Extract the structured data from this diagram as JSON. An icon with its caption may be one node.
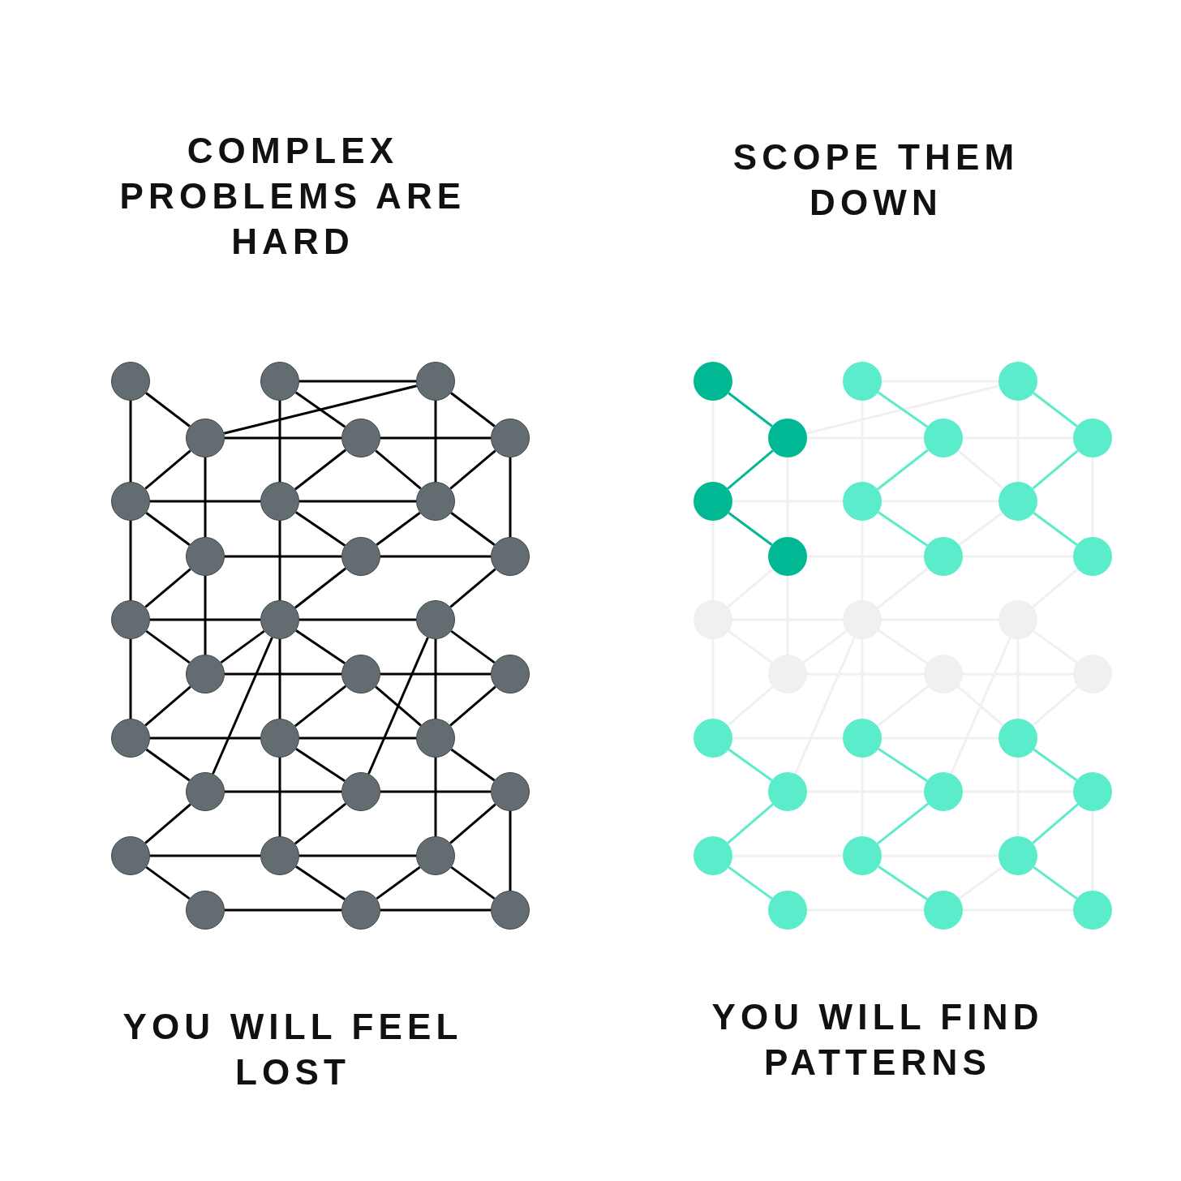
{
  "diagram": {
    "nodes": [
      {
        "text": [],
        "shape": "circle"
      },
      {
        "text": [],
        "shape": "circle"
      },
      {
        "text": [],
        "shape": "circle"
      },
      {
        "text": [],
        "shape": "circle"
      },
      {
        "text": [],
        "shape": "circle"
      },
      {
        "text": [],
        "shape": "circle"
      },
      {
        "text": [],
        "shape": "circle"
      },
      {
        "text": [],
        "shape": "circle"
      },
      {
        "text": [],
        "shape": "circle"
      },
      {
        "text": [],
        "shape": "circle"
      },
      {
        "text": [],
        "shape": "circle"
      },
      {
        "text": [],
        "shape": "circle"
      },
      {
        "text": [],
        "shape": "circle"
      },
      {
        "text": [],
        "shape": "circle"
      },
      {
        "text": [],
        "shape": "circle"
      },
      {
        "text": [],
        "shape": "circle"
      },
      {
        "text": [],
        "shape": "circle"
      },
      {
        "text": [],
        "shape": "circle"
      },
      {
        "text": [],
        "shape": "circle"
      },
      {
        "text": [],
        "shape": "circle"
      },
      {
        "text": [],
        "shape": "circle"
      },
      {
        "text": [],
        "shape": "circle"
      },
      {
        "text": [],
        "shape": "circle"
      },
      {
        "text": [],
        "shape": "circle"
      },
      {
        "text": [],
        "shape": "circle"
      },
      {
        "text": [],
        "shape": "circle"
      },
      {
        "text": [],
        "shape": "circle"
      },
      {
        "text": [],
        "shape": "circle"
      },
      {
        "text": [],
        "shape": "circle"
      },
      {
        "text": [],
        "shape": "circle"
      },
      {
        "text": [],
        "shape": "circle"
      },
      {
        "text": [],
        "shape": "circle"
      },
      {
        "text": [],
        "shape": "circle"
      },
      {
        "text": [],
        "shape": "circle"
      },
      {
        "text": [],
        "shape": "circle"
      },
      {
        "text": [],
        "shape": "circle"
      },
      {
        "text": [],
        "shape": "circle"
      },
      {
        "text": [],
        "shape": "circle"
      },
      {
        "text": [],
        "shape": "circle"
      },
      {
        "text": [],
        "shape": "circle"
      },
      {
        "text": [],
        "shape": "circle"
      },
      {
        "text": [],
        "shape": "circle"
      },
      {
        "text": [],
        "shape": "circle"
      },
      {
        "text": [],
        "shape": "circle"
      },
      {
        "text": [],
        "shape": "circle"
      },
      {
        "text": [],
        "shape": "circle"
      },
      {
        "text": [],
        "shape": "circle"
      },
      {
        "text": [],
        "shape": "circle"
      },
      {
        "text": [],
        "shape": "circle"
      },
      {
        "text": [],
        "shape": "circle"
      },
      {
        "text": [],
        "shape": "circle"
      },
      {
        "text": [],
        "shape": "circle"
      },
      {
        "text": [],
        "shape": "circle"
      },
      {
        "text": [],
        "shape": "circle"
      },
      {
        "text": [],
        "shape": "circle"
      },
      {
        "text": [],
        "shape": "circle"
      },
      {
        "text": [],
        "shape": "circle"
      },
      {
        "text": [],
        "shape": "circle"
      },
      {
        "text": [],
        "shape": "circle"
      },
      {
        "text": [],
        "shape": "circle"
      }
    ],
    "edges": [
      {
        "from": 0,
        "to": 3,
        "arrow": "none"
      },
      {
        "from": 0,
        "to": 6,
        "arrow": "none"
      },
      {
        "from": 6,
        "to": 12,
        "arrow": "none"
      },
      {
        "from": 12,
        "to": 18,
        "arrow": "none"
      },
      {
        "from": 1,
        "to": 2,
        "arrow": "none"
      },
      {
        "from": 3,
        "to": 2,
        "arrow": "none"
      },
      {
        "from": 1,
        "to": 4,
        "arrow": "none"
      },
      {
        "from": 1,
        "to": 7,
        "arrow": "none"
      },
      {
        "from": 7,
        "to": 13,
        "arrow": "none"
      },
      {
        "from": 13,
        "to": 19,
        "arrow": "none"
      },
      {
        "from": 19,
        "to": 25,
        "arrow": "none"
      },
      {
        "from": 2,
        "to": 5,
        "arrow": "none"
      },
      {
        "from": 2,
        "to": 8,
        "arrow": "none"
      },
      {
        "from": 14,
        "to": 20,
        "arrow": "none"
      },
      {
        "from": 20,
        "to": 26,
        "arrow": "none"
      },
      {
        "from": 3,
        "to": 4,
        "arrow": "none"
      },
      {
        "from": 4,
        "to": 5,
        "arrow": "none"
      },
      {
        "from": 3,
        "to": 6,
        "arrow": "none"
      },
      {
        "from": 3,
        "to": 9,
        "arrow": "none"
      },
      {
        "from": 9,
        "to": 15,
        "arrow": "none"
      },
      {
        "from": 4,
        "to": 7,
        "arrow": "none"
      },
      {
        "from": 4,
        "to": 8,
        "arrow": "none"
      },
      {
        "from": 5,
        "to": 8,
        "arrow": "none"
      },
      {
        "from": 5,
        "to": 11,
        "arrow": "none"
      },
      {
        "from": 6,
        "to": 7,
        "arrow": "none"
      },
      {
        "from": 7,
        "to": 8,
        "arrow": "none"
      },
      {
        "from": 6,
        "to": 9,
        "arrow": "none"
      },
      {
        "from": 7,
        "to": 10,
        "arrow": "none"
      },
      {
        "from": 8,
        "to": 10,
        "arrow": "none"
      },
      {
        "from": 8,
        "to": 11,
        "arrow": "none"
      },
      {
        "from": 9,
        "to": 10,
        "arrow": "none"
      },
      {
        "from": 10,
        "to": 11,
        "arrow": "none"
      },
      {
        "from": 9,
        "to": 12,
        "arrow": "none"
      },
      {
        "from": 10,
        "to": 13,
        "arrow": "none"
      },
      {
        "from": 11,
        "to": 14,
        "arrow": "none"
      },
      {
        "from": 12,
        "to": 13,
        "arrow": "none"
      },
      {
        "from": 13,
        "to": 14,
        "arrow": "none"
      },
      {
        "from": 12,
        "to": 15,
        "arrow": "none"
      },
      {
        "from": 13,
        "to": 15,
        "arrow": "none"
      },
      {
        "from": 13,
        "to": 16,
        "arrow": "none"
      },
      {
        "from": 14,
        "to": 17,
        "arrow": "none"
      },
      {
        "from": 13,
        "to": 21,
        "arrow": "none"
      },
      {
        "from": 14,
        "to": 22,
        "arrow": "none"
      },
      {
        "from": 15,
        "to": 16,
        "arrow": "none"
      },
      {
        "from": 16,
        "to": 17,
        "arrow": "none"
      },
      {
        "from": 15,
        "to": 18,
        "arrow": "none"
      },
      {
        "from": 16,
        "to": 19,
        "arrow": "none"
      },
      {
        "from": 16,
        "to": 20,
        "arrow": "none"
      },
      {
        "from": 17,
        "to": 20,
        "arrow": "none"
      },
      {
        "from": 18,
        "to": 19,
        "arrow": "none"
      },
      {
        "from": 19,
        "to": 20,
        "arrow": "none"
      },
      {
        "from": 18,
        "to": 21,
        "arrow": "none"
      },
      {
        "from": 19,
        "to": 22,
        "arrow": "none"
      },
      {
        "from": 20,
        "to": 23,
        "arrow": "none"
      },
      {
        "from": 21,
        "to": 22,
        "arrow": "none"
      },
      {
        "from": 22,
        "to": 23,
        "arrow": "none"
      },
      {
        "from": 21,
        "to": 24,
        "arrow": "none"
      },
      {
        "from": 22,
        "to": 25,
        "arrow": "none"
      },
      {
        "from": 23,
        "to": 26,
        "arrow": "none"
      },
      {
        "from": 23,
        "to": 29,
        "arrow": "none"
      },
      {
        "from": 24,
        "to": 25,
        "arrow": "none"
      },
      {
        "from": 25,
        "to": 26,
        "arrow": "none"
      },
      {
        "from": 24,
        "to": 27,
        "arrow": "none"
      },
      {
        "from": 25,
        "to": 28,
        "arrow": "none"
      },
      {
        "from": 26,
        "to": 28,
        "arrow": "none"
      },
      {
        "from": 26,
        "to": 29,
        "arrow": "none"
      },
      {
        "from": 27,
        "to": 28,
        "arrow": "none"
      },
      {
        "from": 28,
        "to": 29,
        "arrow": "none"
      },
      {
        "from": 30,
        "to": 36,
        "arrow": "none",
        "color": "#eef0f1"
      },
      {
        "from": 36,
        "to": 42,
        "arrow": "none",
        "color": "#eef0f1"
      },
      {
        "from": 42,
        "to": 48,
        "arrow": "none",
        "color": "#eef0f1"
      },
      {
        "from": 31,
        "to": 32,
        "arrow": "none",
        "color": "#eef0f1"
      },
      {
        "from": 33,
        "to": 32,
        "arrow": "none",
        "color": "#eef0f1"
      },
      {
        "from": 31,
        "to": 37,
        "arrow": "none",
        "color": "#eef0f1"
      },
      {
        "from": 37,
        "to": 43,
        "arrow": "none",
        "color": "#eef0f1"
      },
      {
        "from": 43,
        "to": 49,
        "arrow": "none",
        "color": "#eef0f1"
      },
      {
        "from": 49,
        "to": 55,
        "arrow": "none",
        "color": "#eef0f1"
      },
      {
        "from": 32,
        "to": 38,
        "arrow": "none",
        "color": "#eef0f1"
      },
      {
        "from": 44,
        "to": 50,
        "arrow": "none",
        "color": "#eef0f1"
      },
      {
        "from": 50,
        "to": 56,
        "arrow": "none",
        "color": "#eef0f1"
      },
      {
        "from": 33,
        "to": 34,
        "arrow": "none",
        "color": "#eef0f1"
      },
      {
        "from": 34,
        "to": 35,
        "arrow": "none",
        "color": "#eef0f1"
      },
      {
        "from": 33,
        "to": 39,
        "arrow": "none",
        "color": "#eef0f1"
      },
      {
        "from": 39,
        "to": 45,
        "arrow": "none",
        "color": "#eef0f1"
      },
      {
        "from": 34,
        "to": 38,
        "arrow": "none",
        "color": "#eef0f1"
      },
      {
        "from": 35,
        "to": 41,
        "arrow": "none",
        "color": "#eef0f1"
      },
      {
        "from": 36,
        "to": 37,
        "arrow": "none",
        "color": "#eef0f1"
      },
      {
        "from": 37,
        "to": 38,
        "arrow": "none",
        "color": "#eef0f1"
      },
      {
        "from": 38,
        "to": 40,
        "arrow": "none",
        "color": "#eef0f1"
      },
      {
        "from": 39,
        "to": 40,
        "arrow": "none",
        "color": "#eef0f1"
      },
      {
        "from": 40,
        "to": 41,
        "arrow": "none",
        "color": "#eef0f1"
      },
      {
        "from": 39,
        "to": 42,
        "arrow": "none",
        "color": "#eef0f1"
      },
      {
        "from": 40,
        "to": 43,
        "arrow": "none",
        "color": "#eef0f1"
      },
      {
        "from": 41,
        "to": 44,
        "arrow": "none",
        "color": "#eef0f1"
      },
      {
        "from": 42,
        "to": 43,
        "arrow": "none",
        "color": "#eef0f1"
      },
      {
        "from": 43,
        "to": 44,
        "arrow": "none",
        "color": "#eef0f1"
      },
      {
        "from": 42,
        "to": 45,
        "arrow": "none",
        "color": "#eef0f1"
      },
      {
        "from": 43,
        "to": 45,
        "arrow": "none",
        "color": "#eef0f1"
      },
      {
        "from": 43,
        "to": 46,
        "arrow": "none",
        "color": "#eef0f1"
      },
      {
        "from": 44,
        "to": 47,
        "arrow": "none",
        "color": "#eef0f1"
      },
      {
        "from": 43,
        "to": 51,
        "arrow": "none",
        "color": "#eef0f1"
      },
      {
        "from": 44,
        "to": 52,
        "arrow": "none",
        "color": "#eef0f1"
      },
      {
        "from": 45,
        "to": 46,
        "arrow": "none",
        "color": "#eef0f1"
      },
      {
        "from": 46,
        "to": 47,
        "arrow": "none",
        "color": "#eef0f1"
      },
      {
        "from": 45,
        "to": 48,
        "arrow": "none",
        "color": "#eef0f1"
      },
      {
        "from": 46,
        "to": 49,
        "arrow": "none",
        "color": "#eef0f1"
      },
      {
        "from": 46,
        "to": 50,
        "arrow": "none",
        "color": "#eef0f1"
      },
      {
        "from": 47,
        "to": 50,
        "arrow": "none",
        "color": "#eef0f1"
      },
      {
        "from": 48,
        "to": 49,
        "arrow": "none",
        "color": "#eef0f1"
      },
      {
        "from": 49,
        "to": 50,
        "arrow": "none",
        "color": "#eef0f1"
      },
      {
        "from": 51,
        "to": 52,
        "arrow": "none",
        "color": "#eef0f1"
      },
      {
        "from": 52,
        "to": 53,
        "arrow": "none",
        "color": "#eef0f1"
      },
      {
        "from": 53,
        "to": 59,
        "arrow": "none",
        "color": "#eef0f1"
      },
      {
        "from": 54,
        "to": 55,
        "arrow": "none",
        "color": "#eef0f1"
      },
      {
        "from": 55,
        "to": 56,
        "arrow": "none",
        "color": "#eef0f1"
      },
      {
        "from": 56,
        "to": 58,
        "arrow": "none",
        "color": "#eef0f1"
      },
      {
        "from": 57,
        "to": 58,
        "arrow": "none",
        "color": "#eef0f1"
      },
      {
        "from": 58,
        "to": 59,
        "arrow": "none",
        "color": "#eef0f1"
      },
      {
        "from": 30,
        "to": 33,
        "arrow": "none",
        "color": "#00b894"
      },
      {
        "from": 33,
        "to": 36,
        "arrow": "none",
        "color": "#00b894"
      },
      {
        "from": 36,
        "to": 39,
        "arrow": "none",
        "color": "#00b894"
      },
      {
        "from": 31,
        "to": 34,
        "arrow": "none",
        "color": "#5beccb"
      },
      {
        "from": 34,
        "to": 37,
        "arrow": "none",
        "color": "#5beccb"
      },
      {
        "from": 37,
        "to": 40,
        "arrow": "none",
        "color": "#5beccb"
      },
      {
        "from": 32,
        "to": 35,
        "arrow": "none",
        "color": "#5beccb"
      },
      {
        "from": 35,
        "to": 38,
        "arrow": "none",
        "color": "#5beccb"
      },
      {
        "from": 38,
        "to": 41,
        "arrow": "none",
        "color": "#5beccb"
      },
      {
        "from": 48,
        "to": 51,
        "arrow": "none",
        "color": "#5beccb"
      },
      {
        "from": 51,
        "to": 54,
        "arrow": "none",
        "color": "#5beccb"
      },
      {
        "from": 54,
        "to": 57,
        "arrow": "none",
        "color": "#5beccb"
      },
      {
        "from": 49,
        "to": 52,
        "arrow": "none",
        "color": "#5beccb"
      },
      {
        "from": 52,
        "to": 55,
        "arrow": "none",
        "color": "#5beccb"
      },
      {
        "from": 55,
        "to": 58,
        "arrow": "none",
        "color": "#5beccb"
      },
      {
        "from": 50,
        "to": 53,
        "arrow": "none",
        "color": "#5beccb"
      },
      {
        "from": 53,
        "to": 56,
        "arrow": "none",
        "color": "#5beccb"
      },
      {
        "from": 56,
        "to": 59,
        "arrow": "none",
        "color": "#5beccb"
      }
    ],
    "labels": [
      "COMPLEX PROBLEMS ARE HARD",
      "SCOPE THEM DOWN",
      "YOU WILL FEEL LOST",
      "YOU WILL FIND PATTERNS"
    ]
  }
}
